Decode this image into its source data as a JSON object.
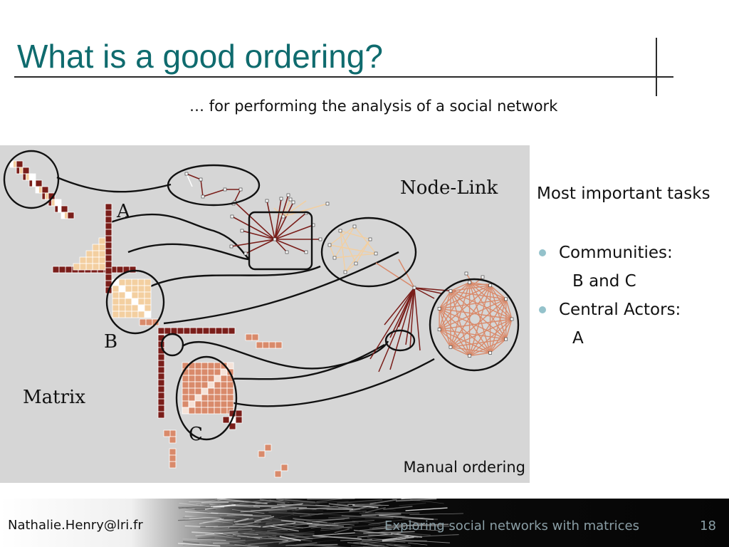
{
  "slide": {
    "title": "What is a good ordering?",
    "subtitle": "… for performing the analysis of a social network",
    "accent_color": "#0f6b6e"
  },
  "figure": {
    "labels": {
      "node_link": "Node-Link",
      "matrix": "Matrix",
      "group_a": "A",
      "group_b": "B",
      "group_c": "C"
    },
    "caption": "Manual ordering",
    "colors": {
      "dark_red": "#7a1e1a",
      "light_peach": "#f3cfa0",
      "salmon": "#d98a6b",
      "background": "#d6d6d6"
    }
  },
  "tasks": {
    "heading": "Most important tasks",
    "items": [
      {
        "label": "Communities:",
        "detail": "B and C"
      },
      {
        "label": "Central Actors:",
        "detail": "A"
      }
    ],
    "bullet_color": "#94c2cb"
  },
  "footer": {
    "author": "Nathalie.Henry@lri.fr",
    "talk_title": "Exploring social networks with matrices",
    "page": "18"
  }
}
